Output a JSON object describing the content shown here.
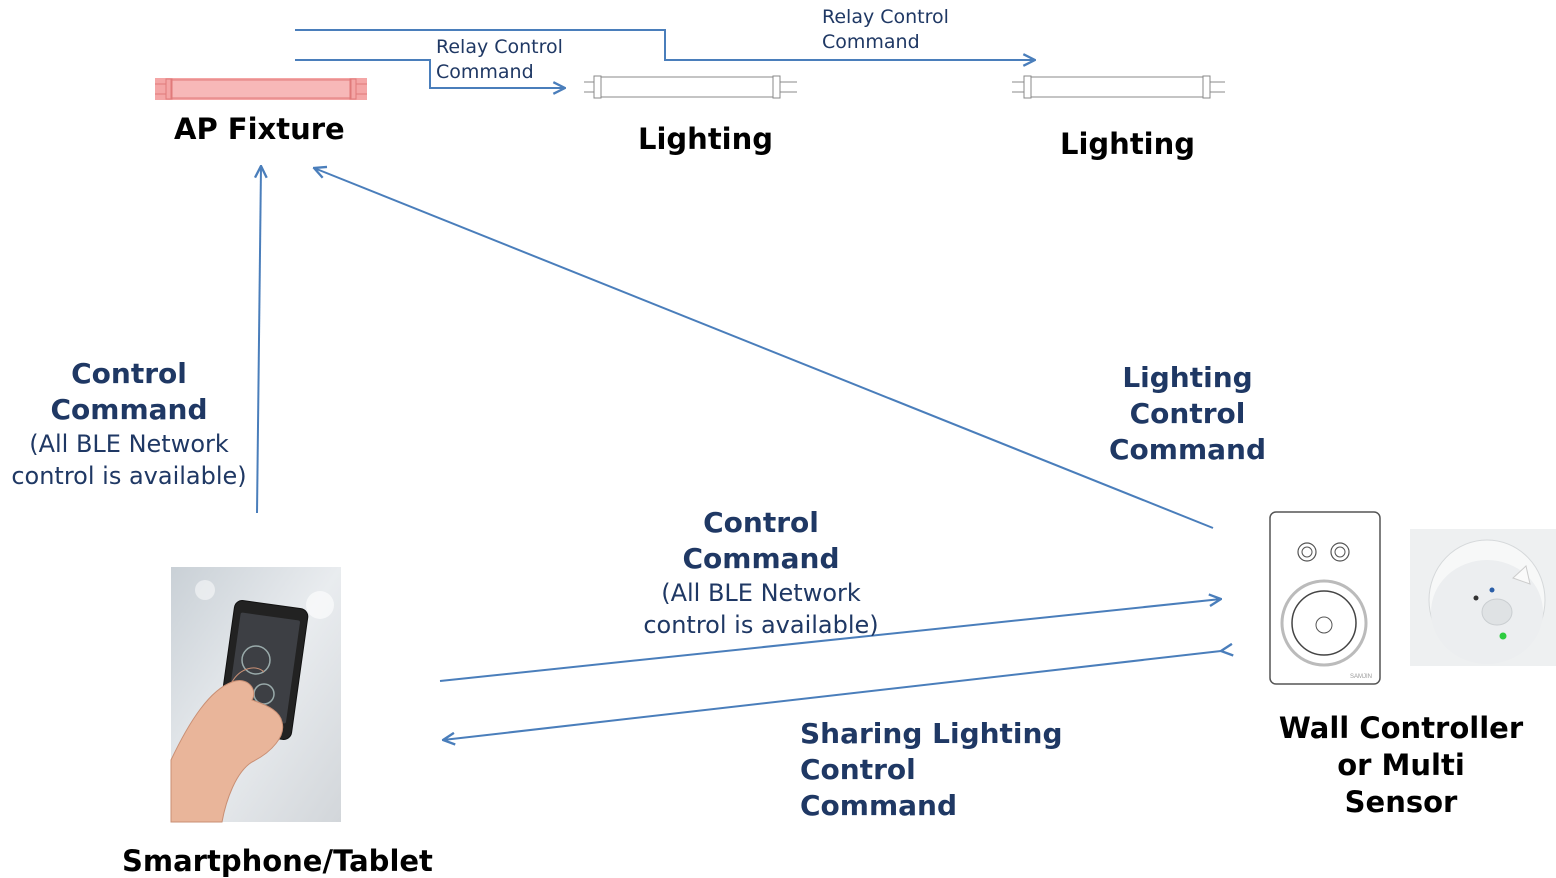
{
  "nodes": {
    "ap_fixture": "AP Fixture",
    "lighting_1": "Lighting",
    "lighting_2": "Lighting",
    "wall_controller_line1": "Wall Controller",
    "wall_controller_line2": "or Multi Sensor",
    "smartphone": "Smartphone/Tablet"
  },
  "edges": {
    "relay_1": {
      "line1": "Relay Control",
      "line2": "Command"
    },
    "relay_2": {
      "line1": "Relay Control",
      "line2": "Command"
    },
    "phone_to_ap": {
      "line1": "Control",
      "line2": "Command",
      "note1": "(All BLE Network",
      "note2": "control is available)"
    },
    "phone_to_wall": {
      "line1": "Control",
      "line2": "Command",
      "note1": "(All BLE Network",
      "note2": "control is available)"
    },
    "wall_to_ap": {
      "line1": "Lighting Control",
      "line2": "Command"
    },
    "wall_to_phone": {
      "line1": "Sharing Lighting",
      "line2": "Control Command"
    }
  },
  "device_brand": "SAMJIN",
  "colors": {
    "arrow": "#4a7ebb",
    "label_text": "#1f3864",
    "ap_highlight": "#f4a6a6"
  }
}
